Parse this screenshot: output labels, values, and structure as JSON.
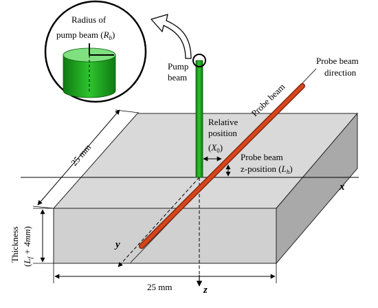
{
  "labels": {
    "radius_line1": "Radius of",
    "radius_line2_prefix": "pump beam (",
    "radius_symbol": "R",
    "radius_sub": "b",
    "radius_close": ")",
    "pump_line1": "Pump",
    "pump_line2": "beam",
    "probe_dir_line1": "Probe beam",
    "probe_dir_line2": "direction",
    "probe_beam": "Probe beam",
    "relative_line1": "Relative",
    "relative_line2": "position",
    "x0_symbol": "X",
    "x0_sub": "0",
    "zpos_line1": "Probe beam",
    "zpos_line2_prefix": "z-position (",
    "zpos_symbol": "L",
    "zpos_sub": "h",
    "zpos_close": ")",
    "depth_dim": "25 mm",
    "width_dim": "25 mm",
    "thickness_word": "Thickness",
    "thickness_formula_open": "(",
    "thickness_L": "L",
    "thickness_sub": "f",
    "thickness_rest": " + 4mm",
    "thickness_close": ")",
    "axis_x": "x",
    "axis_y": "y",
    "axis_z": "z"
  },
  "colors": {
    "pump_beam": "#2ec52e",
    "pump_beam_dark": "#0f7a12",
    "pump_beam_top": "#7ee07e",
    "probe_beam": "#d4461c",
    "probe_beam_dark": "#7a1e08",
    "block_top": "#d9d9d9",
    "block_front": "#d0d0d0",
    "block_side": "#a9a9a9"
  }
}
